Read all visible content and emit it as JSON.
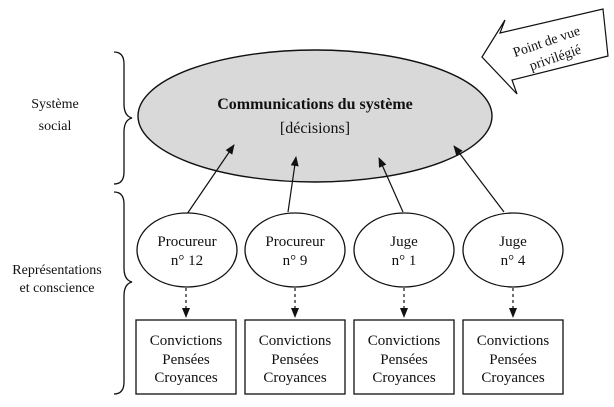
{
  "colors": {
    "ellipse_fill": "#d9d9d9",
    "stroke": "#111111",
    "text": "#111111",
    "background": "#ffffff"
  },
  "left_labels": {
    "social": {
      "line1": "Système",
      "line2": "social"
    },
    "representations": {
      "line1": "Représentations",
      "line2": "et conscience"
    }
  },
  "system": {
    "title": "Communications du système",
    "subtitle": "[décisions]"
  },
  "viewpoint": {
    "line1": "Point de vue",
    "line2": "privilégié",
    "icon": "block-arrow-icon"
  },
  "actors": [
    {
      "line1": "Procureur",
      "line2": "n° 12"
    },
    {
      "line1": "Procureur",
      "line2": "n° 9"
    },
    {
      "line1": "Juge",
      "line2": "n° 1"
    },
    {
      "line1": "Juge",
      "line2": "n° 4"
    }
  ],
  "boxes": [
    {
      "lines": [
        "Convictions",
        "Pensées",
        "Croyances"
      ]
    },
    {
      "lines": [
        "Convictions",
        "Pensées",
        "Croyances"
      ]
    },
    {
      "lines": [
        "Convictions",
        "Pensées",
        "Croyances"
      ]
    },
    {
      "lines": [
        "Convictions",
        "Pensées",
        "Croyances"
      ]
    }
  ]
}
